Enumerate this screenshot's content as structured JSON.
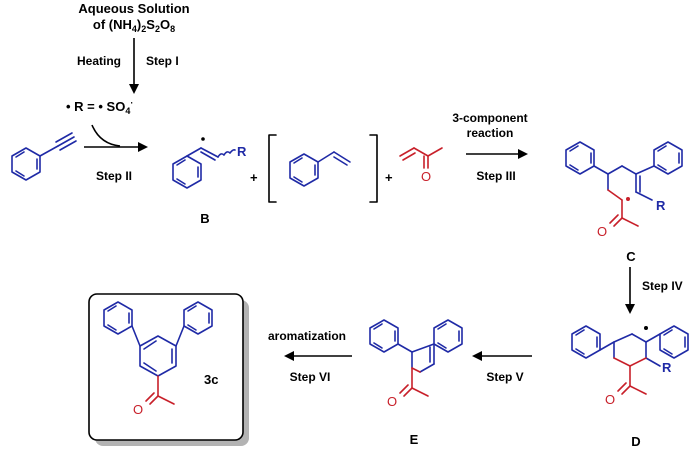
{
  "reagent": {
    "line1": "Aqueous Solution",
    "line2": "of (NH4)2S2O8"
  },
  "conditions": {
    "heating": "Heating",
    "step1": "Step I",
    "step2": "Step II",
    "step3": "Step III",
    "step4": "Step IV",
    "step5": "Step V",
    "step6": "Step VI"
  },
  "radical": {
    "label": "• R =  • SO4·"
  },
  "reaction3": {
    "line1": "3-component",
    "line2": "reaction"
  },
  "aromatization": "aromatization",
  "compounds": {
    "B": "B",
    "C": "C",
    "D": "D",
    "E": "E",
    "product": "3c"
  },
  "symbols": {
    "plus": "+",
    "R": "R",
    "O": "O"
  },
  "colors": {
    "blue": "#1f2aa6",
    "red": "#c8202a",
    "black": "#000000",
    "box_shadow": "#b3b3b3"
  }
}
